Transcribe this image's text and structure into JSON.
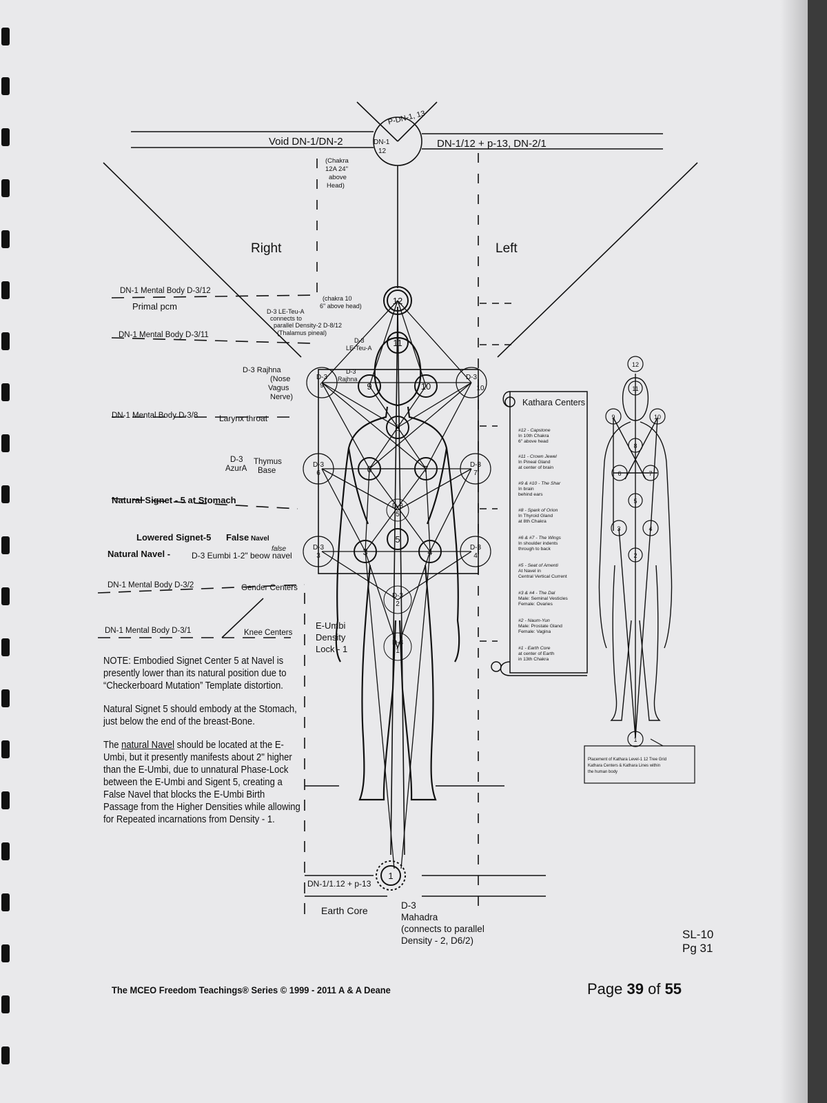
{
  "header": {
    "pdn": "P-DN-1, 13",
    "void_label": "Void DN-1/DN-2",
    "dn_right_label": "DN-1/12 + p-13, DN-2/1",
    "top_node_a": "DN-1",
    "top_node_b": "12",
    "chakra12a": [
      "(Chakra",
      "12A 24\"",
      "above",
      "Head)"
    ]
  },
  "sides": {
    "right": "Right",
    "left": "Left"
  },
  "left_labels": {
    "mental_3_12": "DN-1 Mental Body D-3/12",
    "primal": "Primal pcm",
    "le_teu_1": [
      "D-3 LE-Teu-A",
      "connects to",
      "parallel Density-2 D-8/12",
      "(Thalamus pineal)"
    ],
    "chakra10": [
      "(chakra 10",
      "6\" above head)"
    ],
    "mental_3_11": "DN-1 Mental Body D-3/11",
    "le_teu_2": [
      "D-3",
      "LE-Teu-A"
    ],
    "rajhna_1": [
      "D-3 Rajhna",
      "(Nose",
      "Vagus",
      "Nerve)"
    ],
    "rajhna_2": [
      "D-3",
      "Rajhna"
    ],
    "mental_3_8": "DN-1 Mental Body D-3/8",
    "larynx": "Larynx throat",
    "azura": [
      "D-3",
      "AzurA"
    ],
    "thymus": [
      "Thymus",
      "Base"
    ],
    "natural_signet": "Natural Signet - 5 at Stomach",
    "lowered_signet": "Lowered Signet-5",
    "false_navel": "False",
    "false_navel_b": "Navel",
    "false_small": "false",
    "natural_navel": "Natural Navel -",
    "eumbi_below": "D-3 Eumbi 1-2\" beow navel",
    "mental_3_2": "DN-1 Mental Body D-3/2",
    "gender": "Gender Centers",
    "mental_3_1": "DN-1 Mental Body D-3/1",
    "knee": "Knee Centers",
    "eumbi_lock": [
      "E-Umbi",
      "Density",
      "Lock - 1"
    ]
  },
  "nodes": {
    "n1": "1",
    "n2": "2",
    "n3": "3",
    "n4": "4",
    "n5": "5",
    "n6": "6",
    "n7": "7",
    "n8": "8",
    "n9": "9",
    "n10": "10",
    "n11": "11",
    "n12": "12",
    "d3": "D-3",
    "d3_9": "9",
    "d3_10": "10",
    "d3_6": "6",
    "d3_7": "7",
    "d3_3": "3",
    "d3_4": "4",
    "d3_5": "5",
    "d3_2": "2",
    "d3_1": "1"
  },
  "bottom": {
    "dn_bottom": "DN-1/1.12 + p-13",
    "earth_core": "Earth Core",
    "mahadra": [
      "D-3",
      "Mahadra",
      "(connects to parallel",
      "Density - 2, D6/2)"
    ]
  },
  "kathara": {
    "title": "Kathara Centers",
    "entries": [
      [
        "#12 - Capstone",
        "In 10th Chakra",
        "6\" above head"
      ],
      [
        "#11 - Crown Jewel",
        "In Pineal Gland",
        "at center of brain"
      ],
      [
        "#9 & #10 - The Shar",
        "In brain",
        "behind ears"
      ],
      [
        "#8 - Spark of Orion",
        "In Thyroid Gland",
        "at 8th Chakra"
      ],
      [
        "#6 & #7 - The Wings",
        "In shoulder indents",
        "through to back"
      ],
      [
        "#5 - Seat of Amenti",
        "At Navel in",
        "Central Vertical Current"
      ],
      [
        "#3 & #4 - The Dal",
        "Male: Seminal Vesticles",
        "Female: Ovaries"
      ],
      [
        "#2 - Naum-Yun",
        "Male: Prostate Gland",
        "Female: Vagina"
      ],
      [
        "#1 - Earth Core",
        "at center of Earth",
        "in 13th Chakra"
      ]
    ]
  },
  "small_figure": {
    "caption": [
      "Placement of Kathara Level-1 12 Tree Grid",
      "Kathara Centers & Kathara Lines within",
      "the human body"
    ]
  },
  "note": {
    "p1": "NOTE:  Embodied Signet Center 5 at Navel is presently lower than its natural position due to “Checkerboard Mutation” Template distortion.",
    "p2": "Natural Signet 5 should embody at the Stomach, just below the end of the breast-Bone.",
    "p3_pre": "The ",
    "p3_u": "natural Navel",
    "p3_post": " should be located at the E-Umbi, but it presently manifests about 2\" higher than the E-Umbi, due to unnatural Phase-Lock between the E-Umbi and Sigent 5, creating a False Navel that blocks the E-Umbi Birth Passage from the Higher Densities while allowing for Repeated incarnations from Density - 1."
  },
  "footer": {
    "series": "The MCEO Freedom Teachings® Series © 1999 - 2011 A & A Deane",
    "page_pre": "Page ",
    "page_num": "39",
    "page_mid": " of ",
    "page_total": "55",
    "sl": "SL-10",
    "pg": "Pg 31"
  }
}
